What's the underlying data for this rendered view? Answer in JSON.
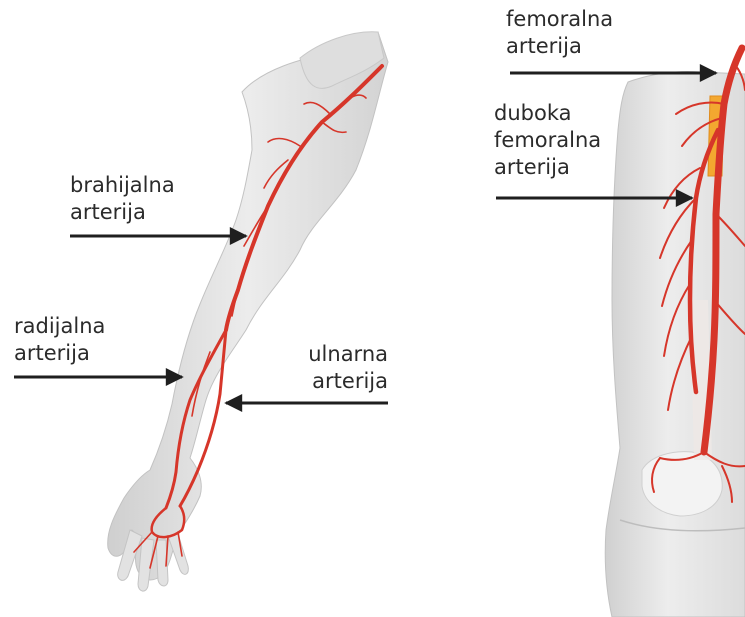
{
  "labels": {
    "brachial": [
      "brahijalna",
      "arterija"
    ],
    "radial": [
      "radijalna",
      "arterija"
    ],
    "ulnar": [
      "ulnarna",
      "arterija"
    ],
    "femoral": [
      "femoralna",
      "arterija"
    ],
    "deep_femoral": [
      "duboka",
      "femoralna",
      "arterija"
    ]
  },
  "colors": {
    "artery": "#d6362a",
    "artery_dark": "#b72a20",
    "highlight": "#f3a830",
    "skin": "#e4e4e4",
    "skin_shadow": "#c9c9c9",
    "bone": "#f2f2f2",
    "arrow": "#1f1f1f",
    "text": "#2b2b2b"
  }
}
